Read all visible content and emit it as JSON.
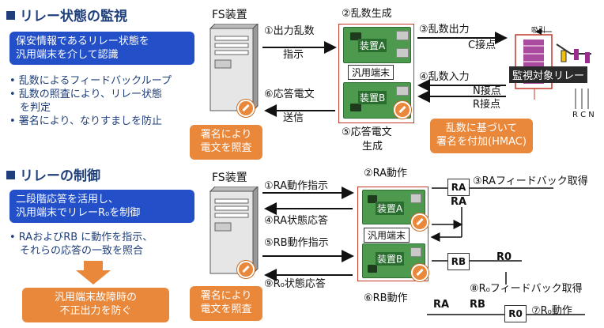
{
  "section1": {
    "title": "リレー状態の監視",
    "summary_line1": "保安情報であるリレー状態を",
    "summary_line2": "汎用端末を介して認識",
    "bullets": [
      "• 乱数によるフィードバックループ",
      "• 乱数の照査により、リレー状態",
      "　を判定",
      "• 署名により、なりすましを防止"
    ],
    "server_label": "FS装置",
    "step1_line1": "①出力乱数",
    "step1_line2": "指示",
    "step2": "②乱数生成",
    "step3": "③乱数出力",
    "step3_dest": "C接点",
    "step4": "④乱数入力",
    "step4_n": "N接点",
    "step4_r": "R接点",
    "step5_line1": "⑤応答電文",
    "step5_line2": "生成",
    "step6_line1": "⑥応答電文",
    "step6_line2": "送信",
    "device_a": "装置A",
    "device_b": "装置B",
    "terminal": "汎用端末",
    "verify_line1": "署名により",
    "verify_line2": "電文を照査",
    "hmac_line1": "乱数に基づいて",
    "hmac_line2": "署名を付加(HMAC)",
    "relay_label": "監視対象リレー",
    "relay_top": "吸引",
    "relay_pins": "R C N"
  },
  "section2": {
    "title": "リレーの制御",
    "summary_line1": "二段階応答を活用し、",
    "summary_line2": "汎用端末でリレーR₀を制御",
    "bullet_line1": "• RAおよびRB に動作を指示、",
    "bullet_line2": "　それらの応答の一致を照合",
    "result_line1": "汎用端末故障時の",
    "result_line2": "不正出力を防ぐ",
    "server_label": "FS装置",
    "step1": "①RA動作指示",
    "step2": "②RA動作",
    "step3": "③RAフィードバック取得",
    "step4": "④RA状態応答",
    "step5": "⑤RB動作指示",
    "step6": "⑥RB動作",
    "step7": "⑦R₀動作",
    "step8": "⑧R₀フィードバック取得",
    "step9": "⑨R₀状態応答",
    "device_a": "装置A",
    "device_b": "装置B",
    "terminal": "汎用端末",
    "verify_line1": "署名により",
    "verify_line2": "電文を照査",
    "relay_ra": "RA",
    "relay_rb": "RB",
    "relay_r0": "R0"
  }
}
